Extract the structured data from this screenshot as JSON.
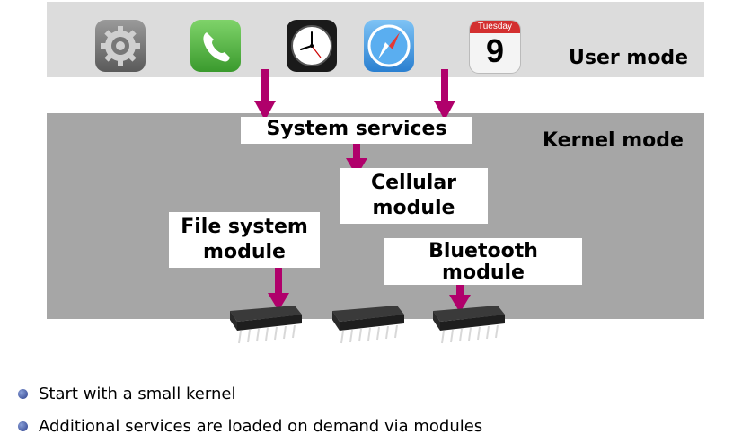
{
  "user_mode": {
    "label": "User mode",
    "apps": [
      {
        "name": "settings",
        "icon": "gear-icon"
      },
      {
        "name": "phone",
        "icon": "phone-icon"
      },
      {
        "name": "clock",
        "icon": "clock-icon"
      },
      {
        "name": "safari",
        "icon": "compass-icon"
      },
      {
        "name": "calendar",
        "icon": "calendar-icon",
        "weekday": "Tuesday",
        "day": "9"
      }
    ]
  },
  "kernel_mode": {
    "label": "Kernel mode",
    "system_services": "System services",
    "cellular_module": [
      "Cellular",
      "module"
    ],
    "file_system_module": [
      "File system",
      "module"
    ],
    "bluetooth_module": [
      "Bluetooth",
      "module"
    ]
  },
  "bullets": [
    "Start with a small kernel",
    "Additional services are loaded on demand via modules"
  ],
  "colors": {
    "arrow": "#b0006b",
    "kernel_bg": "#a6a6a6",
    "user_bg": "#dcdcdc"
  }
}
